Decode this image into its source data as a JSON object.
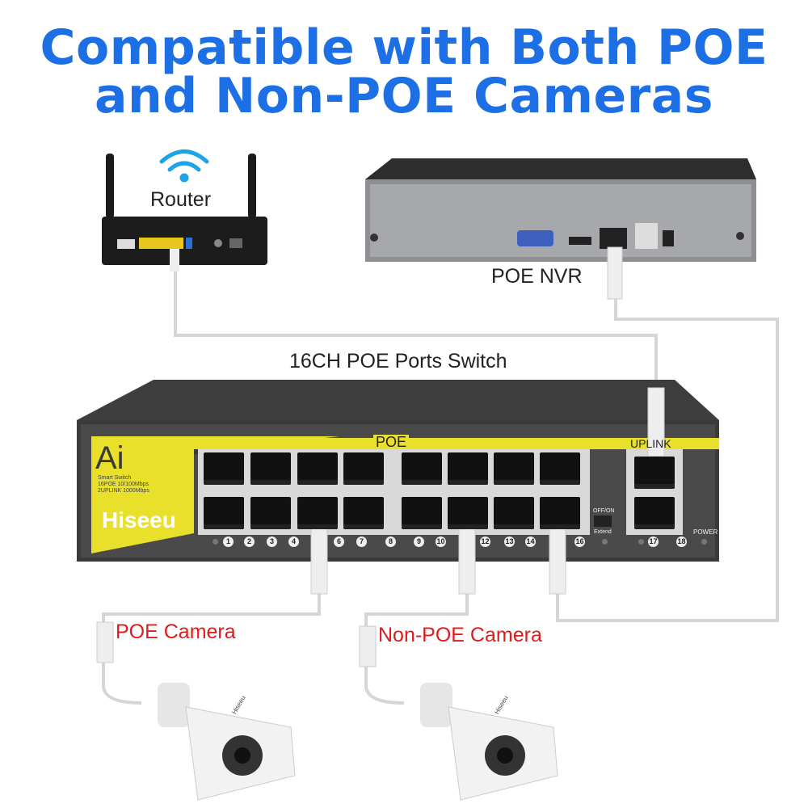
{
  "title": {
    "line1": "Compatible with Both POE",
    "line2": "and Non-POE Cameras"
  },
  "router": {
    "label": "Router",
    "icon": "wifi-icon"
  },
  "nvr": {
    "label": "POE NVR"
  },
  "switch": {
    "label": "16CH POE Ports Switch",
    "badge": "Ai",
    "model_line1": "Smart Switch",
    "model_line2": "16POE 10/100Mbps",
    "model_line3": "2UPLINK 1000Mbps",
    "brand": "Hiseeu",
    "poe_group_label": "POE",
    "uplink_group_label": "UPLINK",
    "dip_top": "OFF/ON",
    "dip_bottom": "Extend",
    "power_label": "POWER",
    "port_numbers": [
      "1",
      "2",
      "3",
      "4",
      "6",
      "7",
      "8",
      "9",
      "10",
      "12",
      "13",
      "14",
      "16",
      "17",
      "18"
    ],
    "accent_color": "#e8e02a"
  },
  "cameras": [
    {
      "label": "POE Camera",
      "brand": "Hiseeu"
    },
    {
      "label": "Non-POE Camera",
      "brand": "Hiseeu"
    }
  ],
  "colors": {
    "title": "#1d6fe6",
    "camera_label": "#e01b1b"
  }
}
